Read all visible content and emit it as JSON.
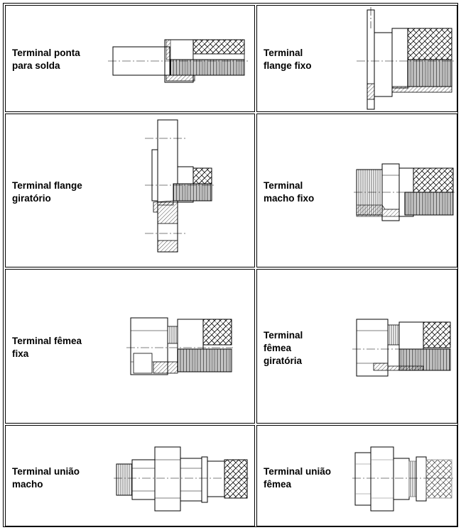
{
  "cells": [
    {
      "label": "Terminal ponta\npara solda",
      "drawing": "solder-end-terminal-drawing"
    },
    {
      "label": "Terminal\nflange fixo",
      "drawing": "fixed-flange-terminal-drawing"
    },
    {
      "label": "Terminal flange\ngiratório",
      "drawing": "swivel-flange-terminal-drawing"
    },
    {
      "label": "Terminal\nmacho fixo",
      "drawing": "fixed-male-terminal-drawing"
    },
    {
      "label": "Terminal fêmea\nfixa",
      "drawing": "fixed-female-terminal-drawing"
    },
    {
      "label": "Terminal\nfêmea\ngiratória",
      "drawing": "swivel-female-terminal-drawing"
    },
    {
      "label": "Terminal união\nmacho",
      "drawing": "male-union-terminal-drawing"
    },
    {
      "label": "Terminal união\nfêmea",
      "drawing": "female-union-terminal-drawing"
    }
  ]
}
